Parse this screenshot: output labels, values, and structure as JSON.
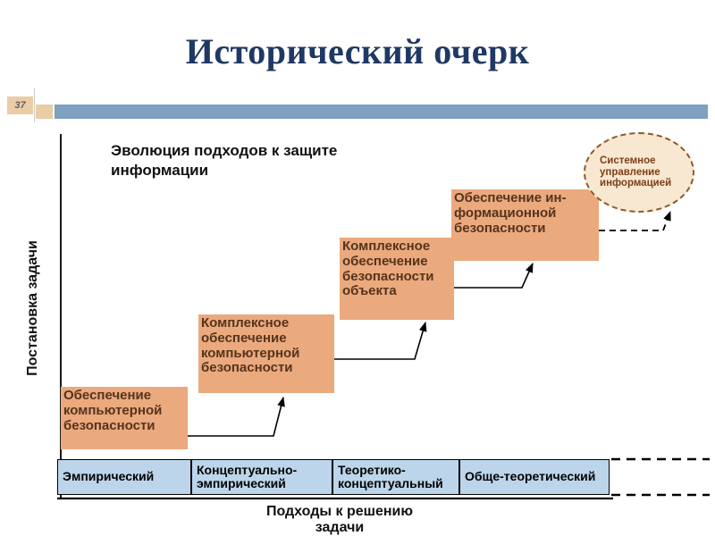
{
  "slide": {
    "number": "37",
    "title": "Исторический очерк"
  },
  "diagram": {
    "heading": "Эволюция подходов к защите информации",
    "y_axis_label": "Постановка задачи",
    "x_axis_label": "Подходы к решению задачи",
    "cloud_label": "Системное управление информацией",
    "steps": [
      "Обеспечение компьютерной безопасности",
      "Комплексное обеспечение компьютерной безопасности",
      "Комплексное обеспечение безопасности объекта",
      "Обеспечение ин-формационной безопасности"
    ],
    "categories": [
      "Эмпирический",
      "Концептуально-эмпирический",
      "Теоретико-концептуальный",
      "Обще-теоретический"
    ]
  },
  "colors": {
    "title": "#1F3864",
    "header_bar": "#7FA0C0",
    "tan": "#EACDA6",
    "step_fill": "#EBA97E",
    "step_text": "#55341C",
    "category_fill": "#BCD5EA",
    "cloud_fill": "#F8E8D2",
    "cloud_border": "#8C5A28",
    "cloud_text": "#7B3F17"
  }
}
